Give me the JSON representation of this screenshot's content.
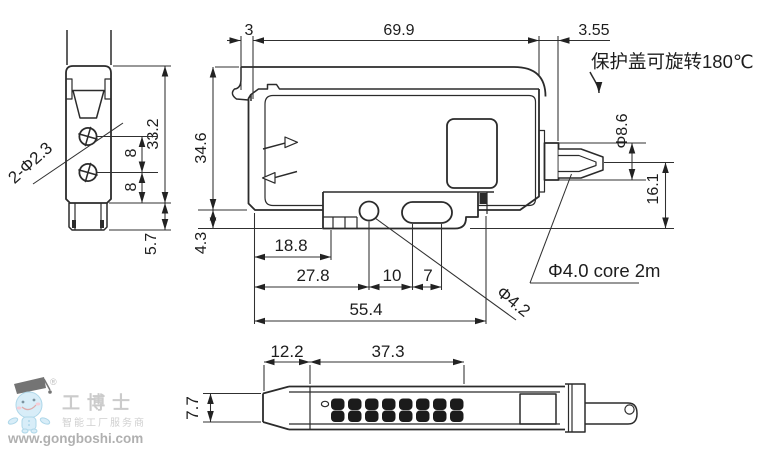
{
  "labels": {
    "cover_note": "保护盖可旋转180℃",
    "cable_spec": "Φ4.0  core 2m",
    "hole_dia": "Φ4.2",
    "mount_holes": "2-Φ2.3",
    "boot_dia": "Φ8.6"
  },
  "dimensions": {
    "left_height": "33.2",
    "hole_pitch_upper": "8",
    "hole_pitch_lower": "8",
    "left_foot_height": "5.7",
    "lid_overhang": "3",
    "body_length": "69.9",
    "boot_offset": "3.55",
    "body_height": "34.6",
    "foot_drop": "4.3",
    "to_foot": "18.8",
    "to_hole": "27.8",
    "hole_to_slot": "10",
    "slot_pitch": "7",
    "foot_span": "55.4",
    "cable_height": "16.1",
    "nose_length": "12.2",
    "window_length": "37.3",
    "body_width": "7.7"
  },
  "watermark": {
    "registered": "®",
    "brand": "工博士",
    "slogan": "智能工厂服务商",
    "url": "www.gongboshi.com"
  },
  "colors": {
    "line": "#2b2b2b",
    "dim_text": "#1d1d1d",
    "watermark_gray": "#c6c6c6",
    "url_gray": "#a8a8a8",
    "mascot_blue": "#c9e7f6",
    "mascot_cap": "#3f3f3f",
    "pin_black": "#1b1b1b"
  }
}
